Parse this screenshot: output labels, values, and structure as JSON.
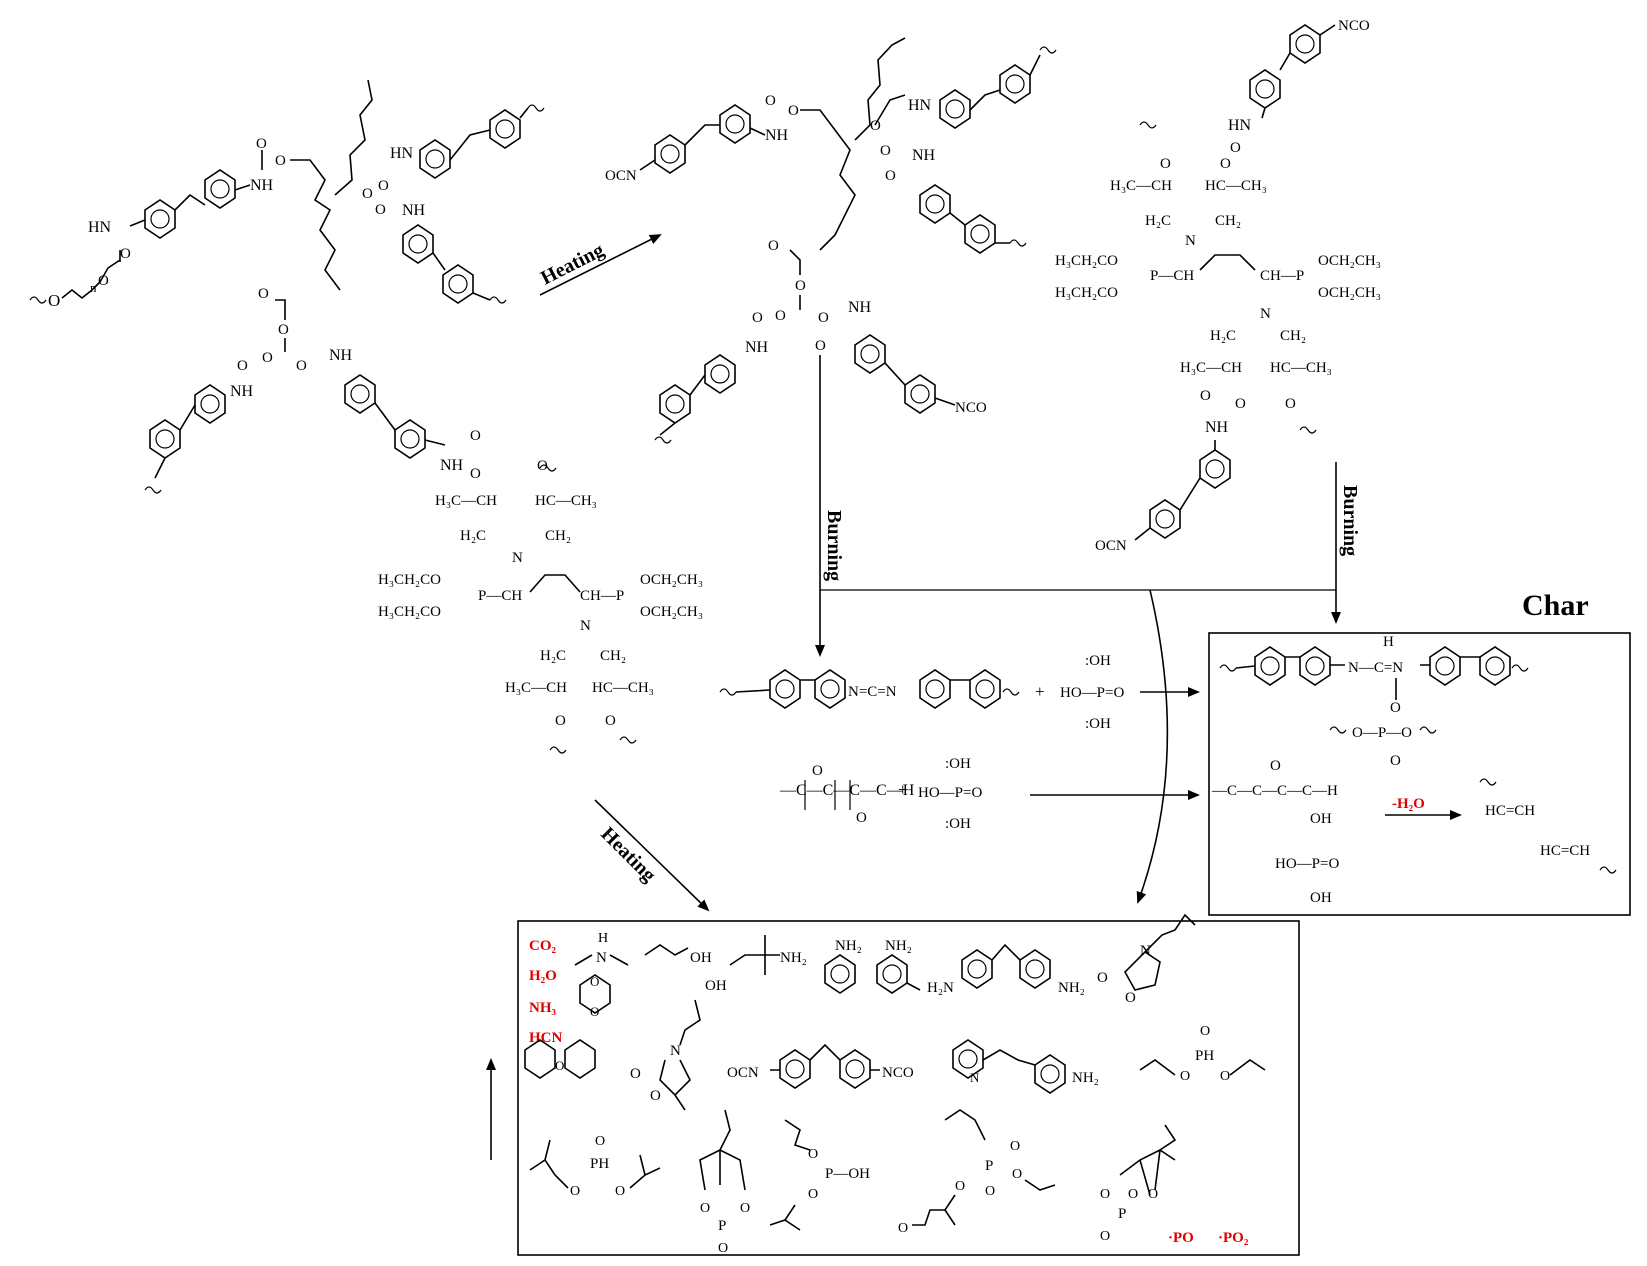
{
  "colors": {
    "ink": "#000000",
    "accent_red": "#e00000",
    "background": "#ffffff"
  },
  "process": {
    "heating_top": "Heating",
    "heating_bottom": "Heating",
    "burning_left": "Burning",
    "burning_right": "Burning",
    "char_title": "Char",
    "minus_water": "-H₂O"
  },
  "labels": {
    "nco": "NCO",
    "ocn": "OCN",
    "nh": "NH",
    "hn": "HN",
    "n": "N",
    "o": "O",
    "sub_n": "n",
    "h3c_ch": "H₃C—CH",
    "hc_ch3": "HC—CH₃",
    "h2c": "H₂C",
    "ch2": "CH₂",
    "h3ch2co_top": "H₃CH₂CO",
    "h3ch2co_bot": "H₃CH₂CO",
    "p_ch": "P—CH",
    "ch_p": "CH—P",
    "och2ch3_top": "OCH₂CH₃",
    "och2ch3_bot": "OCH₂CH₃",
    "carbodiimide": "N=C=N",
    "plus": "+",
    "oh": ":OH",
    "ho_p_o": "HO—P=O",
    "alcohol_chain": "—C—C—C—C—H",
    "char_nh": "H",
    "char_link": "N—C=N",
    "phosphate_link": "O—P—O",
    "dehydration_chain": "—C—C—C—C—H",
    "ho_p_o_oh": "HO—P=O",
    "oh_small": "OH",
    "hc_ch_1": "HC=CH",
    "hc_ch_2": "HC=CH"
  },
  "products": {
    "gases": [
      "CO₂",
      "H₂O",
      "NH₃",
      "HCN"
    ],
    "radicals": [
      "·PO",
      "·PO₂"
    ],
    "nh2": "NH₂",
    "h2n": "H₂N",
    "oh": "OH",
    "ph": "PH",
    "p_oh": "P—OH",
    "nco": "NCO",
    "ocn": "OCN",
    "o": "O",
    "n": "N",
    "p": "P",
    "h": "H"
  }
}
